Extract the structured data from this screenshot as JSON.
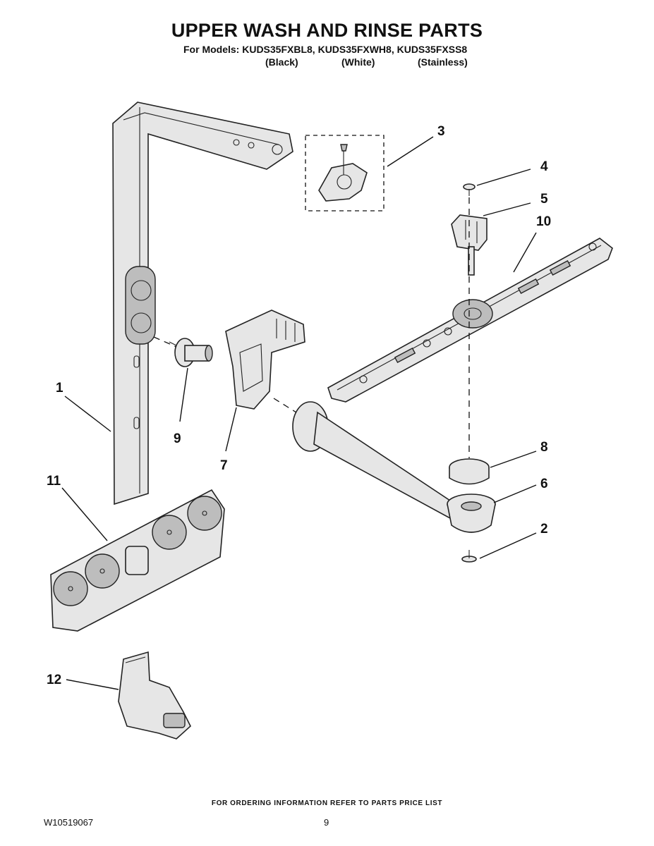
{
  "header": {
    "title": "UPPER WASH AND RINSE PARTS",
    "models_line": "For Models: KUDS35FXBL8, KUDS35FXWH8, KUDS35FXSS8",
    "variants": [
      "(Black)",
      "(White)",
      "(Stainless)"
    ]
  },
  "callouts": [
    "1",
    "2",
    "3",
    "4",
    "5",
    "6",
    "7",
    "8",
    "9",
    "10",
    "11",
    "12"
  ],
  "footer": {
    "ordering_note": "FOR ORDERING INFORMATION REFER TO PARTS PRICE LIST",
    "doc_number": "W10519067",
    "page_number": "9"
  }
}
